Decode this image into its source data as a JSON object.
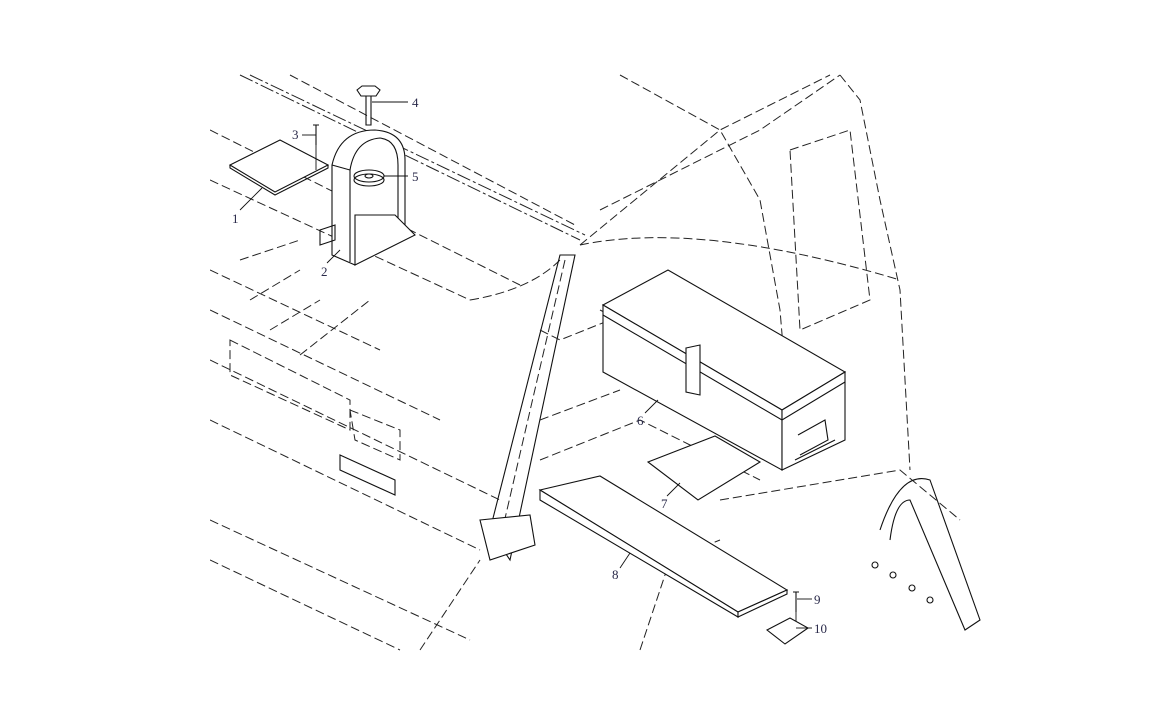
{
  "diagram": {
    "type": "exploded parts diagram",
    "callouts": [
      {
        "number": "1"
      },
      {
        "number": "2"
      },
      {
        "number": "3"
      },
      {
        "number": "4"
      },
      {
        "number": "5"
      },
      {
        "number": "6"
      },
      {
        "number": "7"
      },
      {
        "number": "8"
      },
      {
        "number": "9"
      },
      {
        "number": "10"
      }
    ],
    "label_color": "#2a2a4a"
  }
}
